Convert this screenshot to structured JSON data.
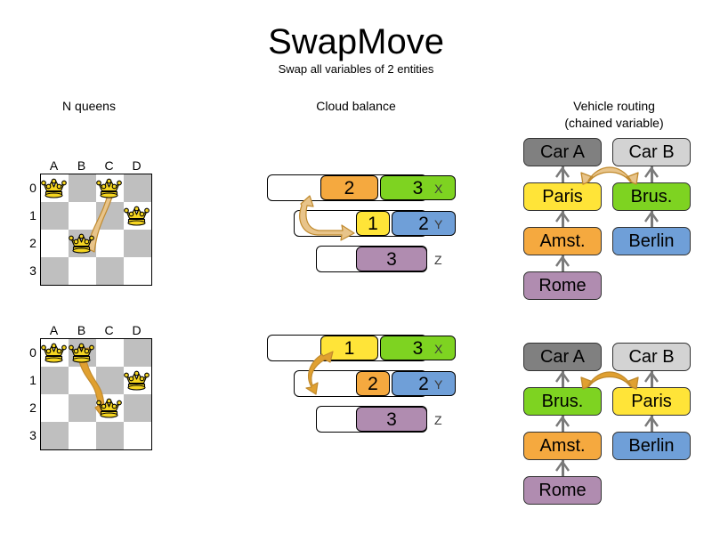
{
  "header": {
    "title": "SwapMove",
    "subtitle": "Swap all variables of 2 entities"
  },
  "columns": {
    "queens_label": "N queens",
    "cloud_label": "Cloud balance",
    "vrp_label_line1": "Vehicle routing",
    "vrp_label_line2": "(chained variable)"
  },
  "nqueens": {
    "column_labels": [
      "A",
      "B",
      "C",
      "D"
    ],
    "row_labels": [
      "0",
      "1",
      "2",
      "3"
    ],
    "before": {
      "queens": [
        {
          "col": 0,
          "row": 0
        },
        {
          "col": 2,
          "row": 0
        },
        {
          "col": 3,
          "row": 1
        },
        {
          "col": 1,
          "row": 2
        }
      ]
    },
    "after": {
      "queens": [
        {
          "col": 0,
          "row": 0
        },
        {
          "col": 1,
          "row": 0
        },
        {
          "col": 3,
          "row": 1
        },
        {
          "col": 2,
          "row": 2
        }
      ]
    }
  },
  "cloudbalance": {
    "row_labels": [
      "X",
      "Y",
      "Z"
    ],
    "before": {
      "X": [
        {
          "value": "2",
          "color": "#f5a93f"
        },
        {
          "value": "3",
          "color": "#7ed321"
        }
      ],
      "Y": [
        {
          "value": "1",
          "color": "#ffe438"
        },
        {
          "value": "2",
          "color": "#6f9fd8"
        }
      ],
      "Z": [
        {
          "value": "3",
          "color": "#b08cb0"
        }
      ]
    },
    "after": {
      "X": [
        {
          "value": "1",
          "color": "#ffe438"
        },
        {
          "value": "3",
          "color": "#7ed321"
        }
      ],
      "Y": [
        {
          "value": "2",
          "color": "#f5a93f"
        },
        {
          "value": "2",
          "color": "#6f9fd8"
        }
      ],
      "Z": [
        {
          "value": "3",
          "color": "#b08cb0"
        }
      ]
    }
  },
  "vehiclerouting": {
    "before": {
      "chain_a": [
        "Car A",
        "Paris",
        "Amst.",
        "Rome"
      ],
      "chain_b": [
        "Car B",
        "Brus.",
        "Berlin"
      ]
    },
    "after": {
      "chain_a": [
        "Car A",
        "Brus.",
        "Amst.",
        "Rome"
      ],
      "chain_b": [
        "Car B",
        "Paris",
        "Berlin"
      ]
    }
  },
  "colors": {
    "car_a": "#808080",
    "car_b": "#d3d3d3",
    "paris": "#ffe438",
    "brussels": "#7ed321",
    "amsterdam": "#f5a93f",
    "berlin": "#6f9fd8",
    "rome": "#b08cb0",
    "arrow_light": "#e8c48a",
    "arrow_dark": "#e0a030",
    "arrow_stroke": "#c08a2e",
    "board_dark": "#bfbfbf",
    "edge": "#7a7a7a"
  }
}
